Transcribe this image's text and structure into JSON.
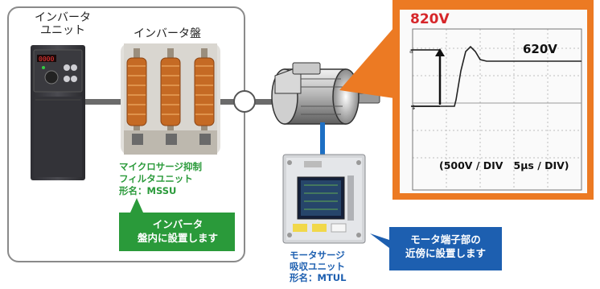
{
  "labels": {
    "inverter_unit_line1": "インバータ",
    "inverter_unit_line2": "ユニット",
    "inverter_panel": "インバータ盤",
    "filter_line1": "マイクロサージ抑制",
    "filter_line2": "フィルタユニット",
    "filter_line3": "形名：MSSU",
    "surge_line1": "モータサージ",
    "surge_line2": "吸収ユニット",
    "surge_line3": "形名：MTUL"
  },
  "callouts": {
    "green_line1": "インバータ",
    "green_line2": "盤内に設置します",
    "blue_line1": "モータ端子部の",
    "blue_line2": "近傍に設置します"
  },
  "scope": {
    "peak_label": "820V",
    "level_label": "620V",
    "scale_label": "(500V / DIV   5μs / DIV)"
  },
  "colors": {
    "green": "#2a9a3a",
    "blue": "#1d5fb0",
    "orange": "#ec7a23",
    "red": "#d6262a"
  }
}
